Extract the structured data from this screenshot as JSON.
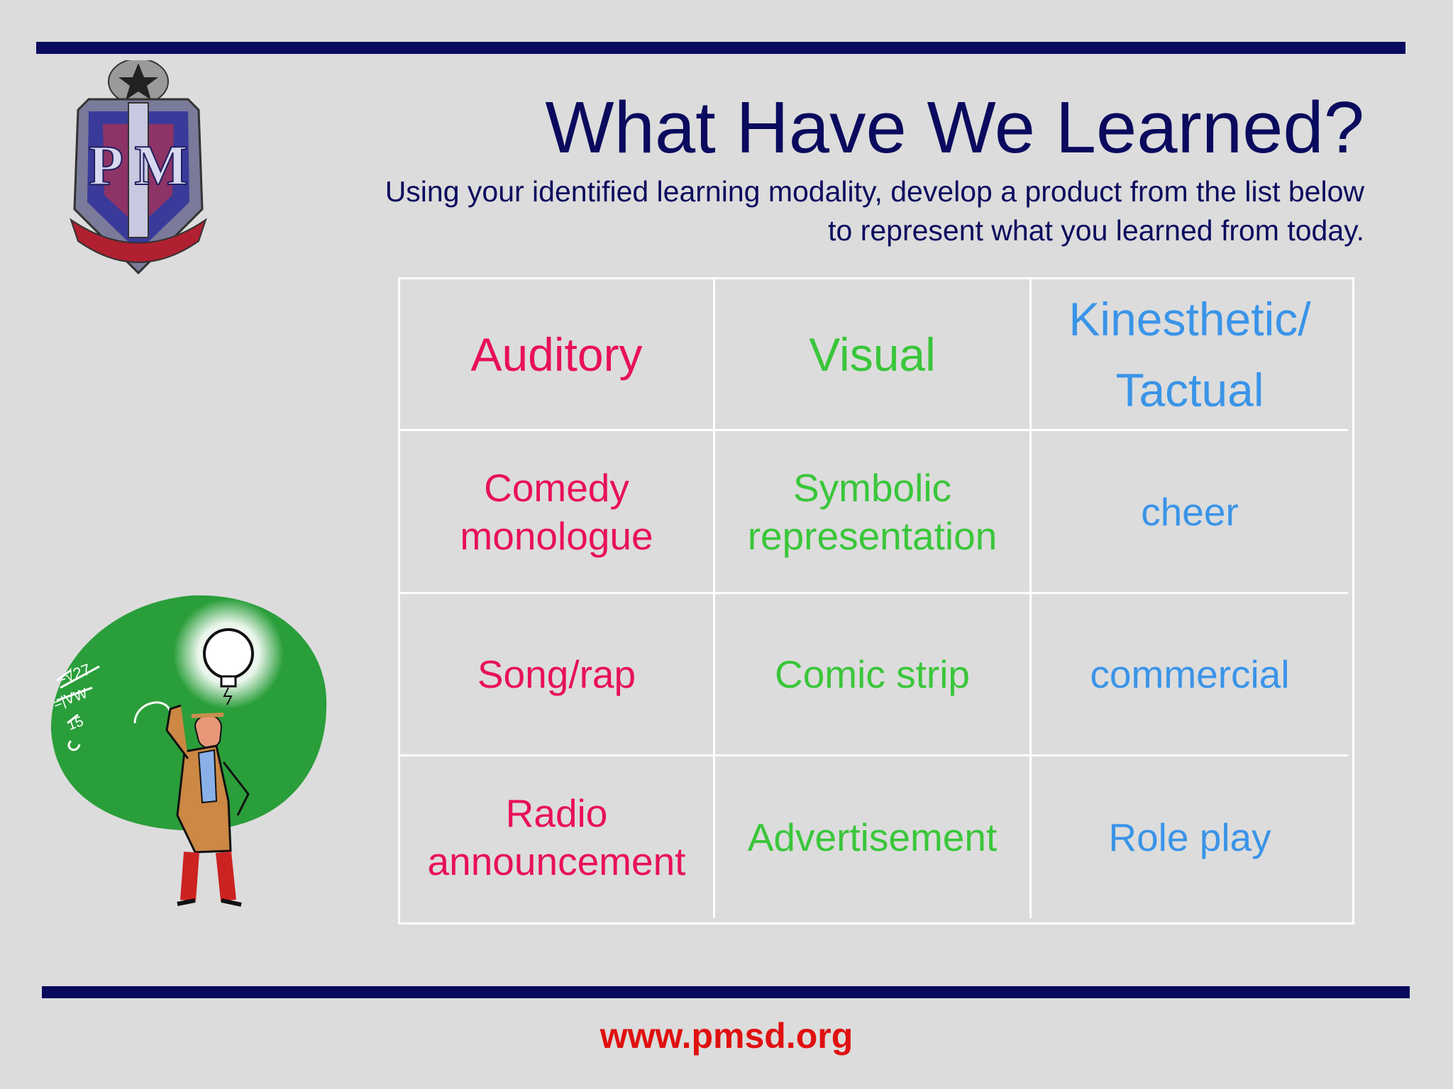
{
  "slide": {
    "title": "What Have We Learned?",
    "subtitle_line1": "Using your identified learning modality, develop a product from the list below",
    "subtitle_line2": "to represent what you learned from today.",
    "footer_url": "www.pmsd.org"
  },
  "table": {
    "headers": {
      "auditory": "Auditory",
      "visual": "Visual",
      "kinesthetic_line1": "Kinesthetic/",
      "kinesthetic_line2": "Tactual"
    },
    "rows": [
      {
        "auditory_line1": "Comedy",
        "auditory_line2": "monologue",
        "visual_line1": "Symbolic",
        "visual_line2": "representation",
        "kinesthetic": "cheer"
      },
      {
        "auditory": "Song/rap",
        "visual": "Comic strip",
        "kinesthetic": "commercial"
      },
      {
        "auditory_line1": "Radio",
        "auditory_line2": "announcement",
        "visual": "Advertisement",
        "kinesthetic": "Role play"
      }
    ]
  },
  "colors": {
    "auditory": "#e8105a",
    "visual": "#3ac63a",
    "kinesthetic": "#3a94e8",
    "title": "#0a0a5e",
    "footer": "#e01010"
  },
  "images": {
    "crest": "school-crest-logo",
    "cartoon": "teacher-lightbulb-chalkboard-illustration"
  }
}
